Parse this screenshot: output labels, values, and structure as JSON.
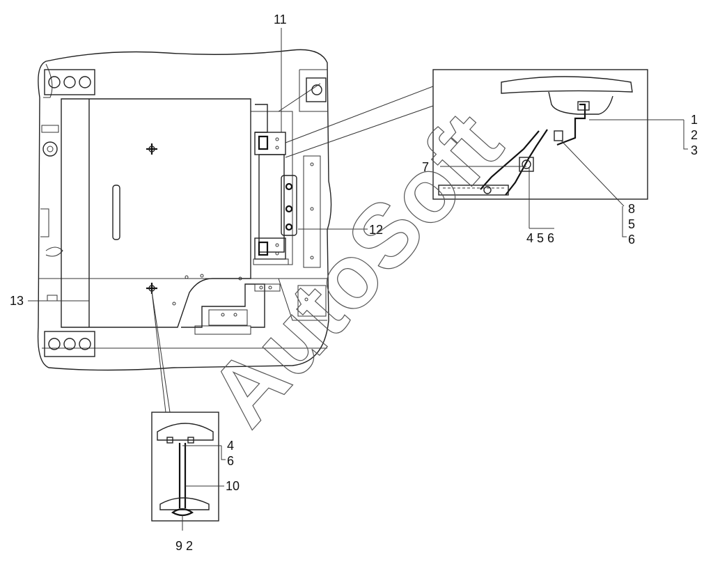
{
  "watermark": "AutoSoft",
  "callouts": {
    "c1": "1",
    "c2": "2",
    "c3": "3",
    "c4": "4",
    "c5": "5",
    "c6": "6",
    "c7": "7",
    "c8": "8",
    "c8_5": "5",
    "c8_6": "6",
    "c456": "4 5 6",
    "c11": "11",
    "c12": "12",
    "c13": "13",
    "c4b": "4",
    "c6b": "6",
    "c10": "10",
    "c92": "9 2"
  }
}
